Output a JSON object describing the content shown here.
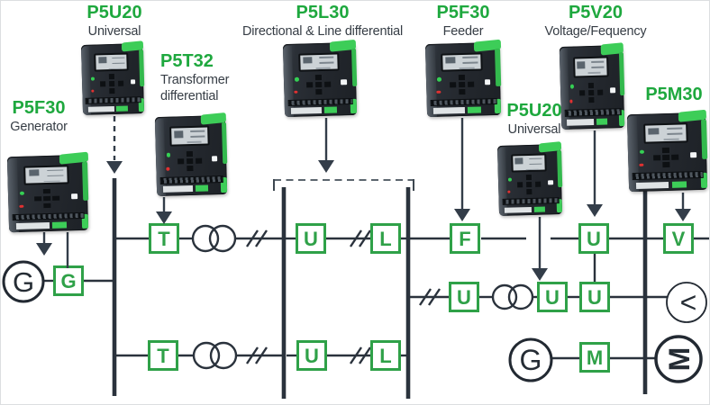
{
  "colors": {
    "heading_green": "#1ea83e",
    "box_green": "#2fa148",
    "device_green": "#3dcd58",
    "line_ink": "#2a323c"
  },
  "relays": [
    {
      "model": "P5U20",
      "caption": "Universal"
    },
    {
      "model": "P5T32",
      "caption": "Transformer\ndifferential"
    },
    {
      "model": "P5L30",
      "caption": "Directional & Line differential"
    },
    {
      "model": "P5F30",
      "caption": "Feeder"
    },
    {
      "model": "P5V20",
      "caption": "Voltage/Fequency"
    },
    {
      "model": "P5F30",
      "caption": "Generator"
    },
    {
      "model": "P5U20",
      "caption": "Universal"
    },
    {
      "model": "P5M30",
      "caption": ""
    }
  ],
  "diagram": {
    "boxes": {
      "r1_t": "T",
      "r1_u": "U",
      "r1_l": "L",
      "r1_f": "F",
      "r1_u2": "U",
      "r1_v": "V",
      "r2_u1": "U",
      "r2_u2": "U",
      "r2_u3": "U",
      "r3_t": "T",
      "r3_u": "U",
      "r3_l": "L",
      "r3_m": "M",
      "gen_g": "G"
    },
    "machines": {
      "gen_left": "G",
      "gen_mid": "G",
      "motor_right": "M",
      "load_right": "<"
    }
  }
}
